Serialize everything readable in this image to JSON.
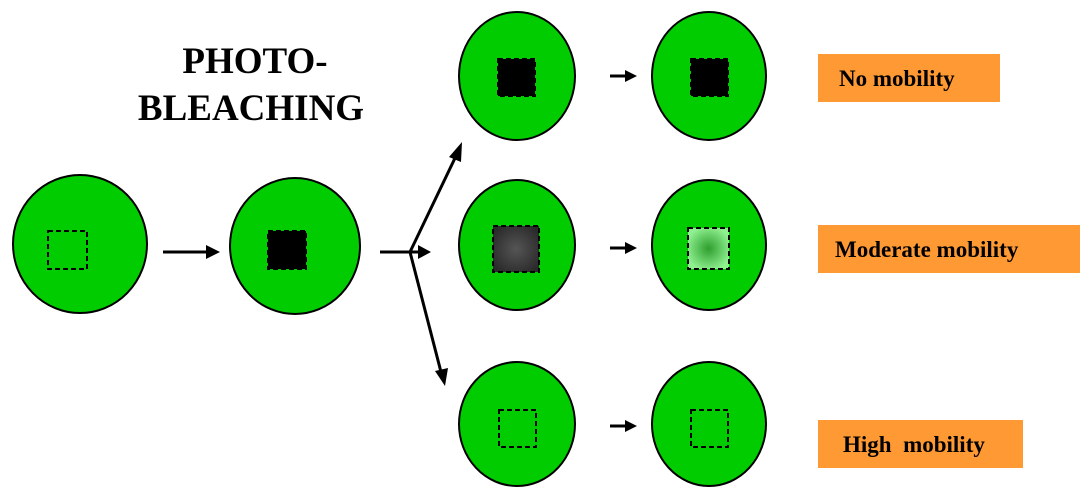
{
  "title": {
    "line1": "PHOTO-",
    "line2": "BLEACHING"
  },
  "outcomes": [
    {
      "label": "No mobility"
    },
    {
      "label": "Moderate mobility"
    },
    {
      "label": "High  mobility"
    }
  ],
  "colors": {
    "cell_fill": "#00cc00",
    "label_box": "#ff9933",
    "bleached": "#000000",
    "dark_gray_bleach": "#3a3a3a",
    "partial_recovery": "#55dd55"
  }
}
